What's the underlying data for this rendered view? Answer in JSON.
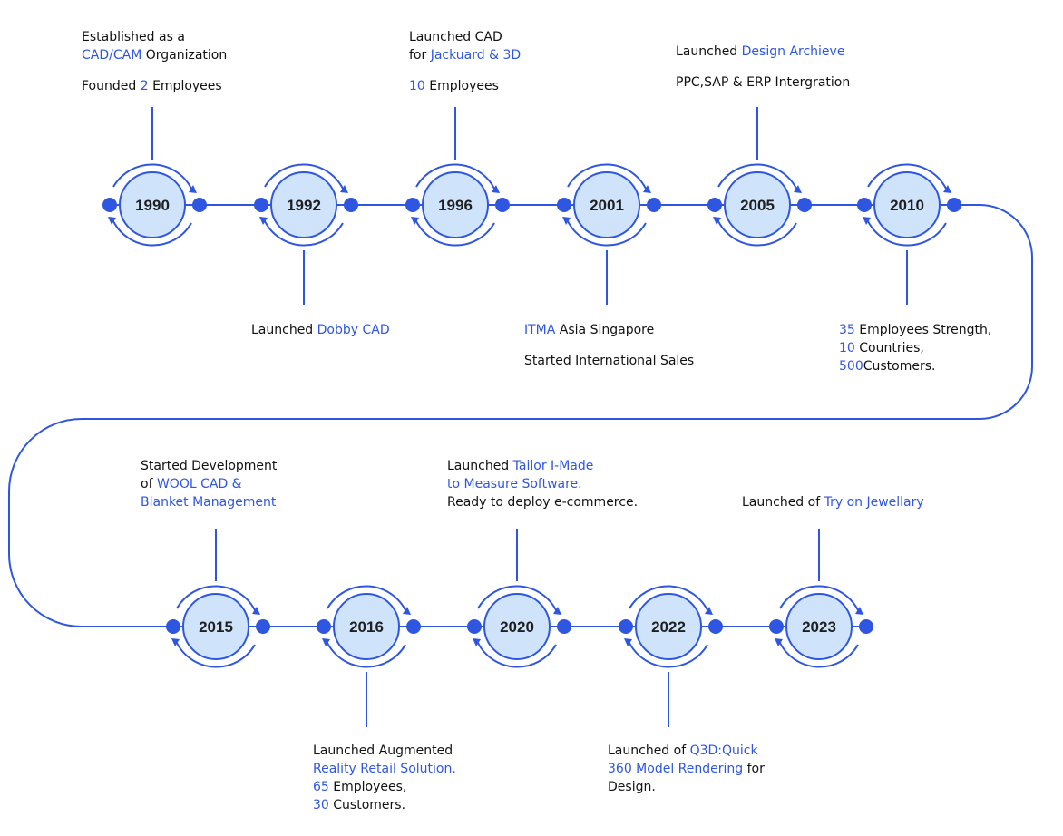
{
  "colors": {
    "line": "#2f56e0",
    "node_fill": "#cfe4fb",
    "dot": "#2f56e0",
    "text": "#111111",
    "highlight": "#2f56e0"
  },
  "milestones": [
    {
      "year": "1990",
      "lines": [
        [
          {
            "t": "Established as a"
          }
        ],
        [
          {
            "t": "CAD/CAM",
            "hl": true
          },
          {
            "t": " Organization"
          }
        ],
        "gap",
        [
          {
            "t": "Founded "
          },
          {
            "t": "2",
            "hl": true
          },
          {
            "t": " Employees"
          }
        ]
      ]
    },
    {
      "year": "1992",
      "lines": [
        [
          {
            "t": "Launched "
          },
          {
            "t": "Dobby CAD",
            "hl": true
          }
        ]
      ]
    },
    {
      "year": "1996",
      "lines": [
        [
          {
            "t": "Launched CAD"
          }
        ],
        [
          {
            "t": "for "
          },
          {
            "t": "Jackuard & 3D",
            "hl": true
          }
        ],
        "gap",
        [
          {
            "t": "10",
            "hl": true
          },
          {
            "t": " Employees"
          }
        ]
      ]
    },
    {
      "year": "2001",
      "lines": [
        [
          {
            "t": "ITMA",
            "hl": true
          },
          {
            "t": "  Asia Singapore"
          }
        ],
        "gap",
        [
          {
            "t": "Started International Sales"
          }
        ]
      ]
    },
    {
      "year": "2005",
      "lines": [
        [
          {
            "t": "Launched "
          },
          {
            "t": "Design Archieve",
            "hl": true
          }
        ],
        "gap",
        [
          {
            "t": "PPC,SAP & ERP Intergration"
          }
        ]
      ]
    },
    {
      "year": "2010",
      "lines": [
        [
          {
            "t": "35",
            "hl": true
          },
          {
            "t": " Employees Strength,"
          }
        ],
        [
          {
            "t": "10",
            "hl": true
          },
          {
            "t": " Countries,"
          }
        ],
        [
          {
            "t": "500",
            "hl": true
          },
          {
            "t": "Customers."
          }
        ]
      ]
    },
    {
      "year": "2015",
      "lines": [
        [
          {
            "t": "Started Development"
          }
        ],
        [
          {
            "t": "of "
          },
          {
            "t": "WOOL CAD &",
            "hl": true
          }
        ],
        [
          {
            "t": "Blanket Management",
            "hl": true
          }
        ]
      ]
    },
    {
      "year": "2016",
      "lines": [
        [
          {
            "t": "Launched Augmented"
          }
        ],
        [
          {
            "t": "Reality Retail Solution.",
            "hl": true
          }
        ],
        [
          {
            "t": "65",
            "hl": true
          },
          {
            "t": " Employees,"
          }
        ],
        [
          {
            "t": "30",
            "hl": true
          },
          {
            "t": " Customers."
          }
        ]
      ]
    },
    {
      "year": "2020",
      "lines": [
        [
          {
            "t": "Launched "
          },
          {
            "t": "Tailor I-Made",
            "hl": true
          }
        ],
        [
          {
            "t": "to Measure Software.",
            "hl": true
          }
        ],
        [
          {
            "t": "Ready to deploy e-commerce."
          }
        ]
      ]
    },
    {
      "year": "2022",
      "lines": [
        [
          {
            "t": "Launched of "
          },
          {
            "t": "Q3D:Quick",
            "hl": true
          }
        ],
        [
          {
            "t": "360 Model Rendering",
            "hl": true
          },
          {
            "t": " for"
          }
        ],
        [
          {
            "t": "Design."
          }
        ]
      ]
    },
    {
      "year": "2023",
      "lines": [
        [
          {
            "t": "Launched of "
          },
          {
            "t": "Try on Jewellary",
            "hl": true
          }
        ]
      ]
    }
  ]
}
